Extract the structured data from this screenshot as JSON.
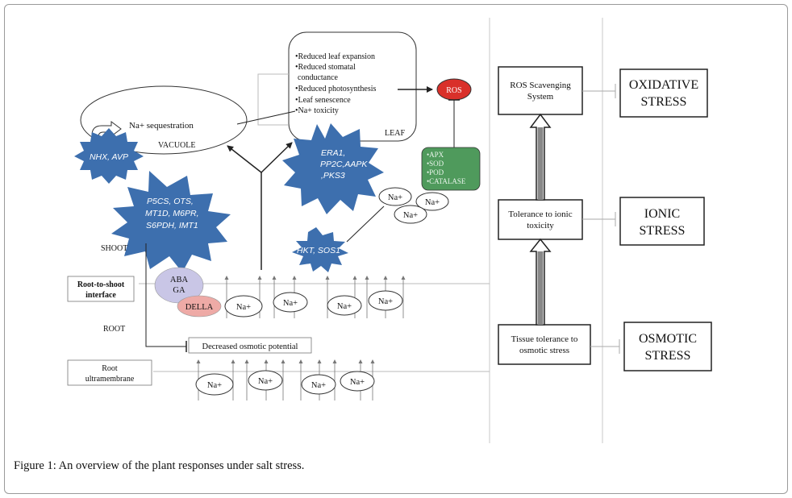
{
  "caption": {
    "label": "Figure 1:",
    "text": "An overview of the plant responses under salt stress."
  },
  "leaf_effects": [
    "•Reduced leaf expansion",
    "•Reduced stomatal",
    "conductance",
    "•Reduced photosynthesis",
    "•Leaf senescence",
    "•Na+ toxicity"
  ],
  "labels": {
    "leaf": "LEAF",
    "vacuole": "VACUOLE",
    "na_sequestration": "Na+ sequestration",
    "shoot": "SHOOT",
    "root": "ROOT",
    "root_to_shoot": [
      "Root-to-shoot",
      "interface"
    ],
    "root_ultramembrane": [
      "Root",
      "ultramembrane"
    ],
    "decreased_osmotic": "Decreased osmotic potential",
    "ros": "ROS",
    "aba": "ABA",
    "ga": "GA",
    "della": "DELLA",
    "na": "Na+"
  },
  "antioxidants": [
    "•APX",
    "•SOD",
    "•POD",
    "•CATALASE"
  ],
  "genes": {
    "nhx_avp": "NHX, AVP",
    "era1": [
      "ERA1,",
      "PP2C,AAPK",
      ",PKS3"
    ],
    "p5cs": [
      "P5CS, OTS,",
      "MT1D, M6PR,",
      "S6PDH, IMT1"
    ],
    "hkt_sos1": "HKT, SOS1"
  },
  "tolerance_boxes": [
    [
      "ROS Scavenging",
      "System"
    ],
    [
      "Tolerance to ionic",
      "toxicity"
    ],
    [
      "Tissue tolerance to",
      "osmotic stress"
    ]
  ],
  "stress_boxes": [
    [
      "OXIDATIVE",
      "STRESS"
    ],
    [
      "IONIC",
      "STRESS"
    ],
    [
      "OSMOTIC",
      "STRESS"
    ]
  ],
  "colors": {
    "star": "#3d6fae",
    "ros": "#d9302a",
    "antioxidant_box": "#4f9a5c",
    "aba_ga": "#c9c6e6",
    "della": "#eeaaa6"
  }
}
